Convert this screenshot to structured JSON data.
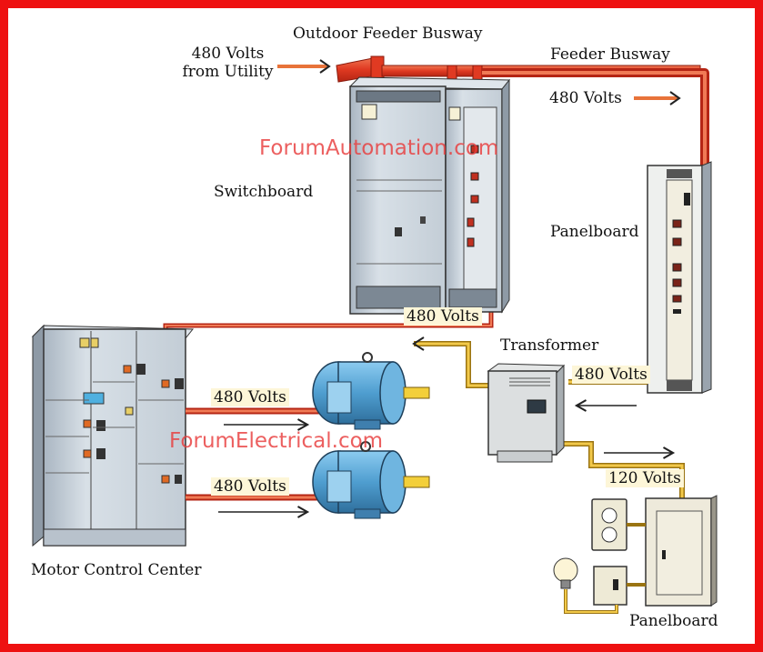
{
  "title": "Electrical Power Distribution System",
  "labels": {
    "utility_input": "480 Volts\nfrom Utility",
    "utility_input_line1": "480 Volts",
    "utility_input_line2": "from Utility",
    "outdoor_feeder_busway": "Outdoor Feeder Busway",
    "feeder_busway": "Feeder Busway",
    "feeder_voltage": "480 Volts",
    "switchboard": "Switchboard",
    "panelboard_main": "Panelboard",
    "switchboard_to_mcc_voltage": "480 Volts",
    "transformer": "Transformer",
    "transformer_input_voltage": "480 Volts",
    "motor1_voltage": "480 Volts",
    "motor2_voltage": "480 Volts",
    "transformer_output_voltage": "120 Volts",
    "motor_control_center": "Motor Control Center",
    "panelboard_branch": "Panelboard"
  },
  "watermarks": {
    "top": "ForumAutomation.com",
    "middle": "ForumElectrical.com"
  },
  "components": [
    {
      "name": "Switchboard",
      "icon": "switchboard-icon"
    },
    {
      "name": "Panelboard",
      "icon": "panelboard-icon"
    },
    {
      "name": "Motor Control Center",
      "icon": "mcc-icon"
    },
    {
      "name": "Transformer",
      "icon": "transformer-icon"
    },
    {
      "name": "Motor 1",
      "icon": "motor-icon"
    },
    {
      "name": "Motor 2",
      "icon": "motor-icon"
    },
    {
      "name": "Branch Panelboard",
      "icon": "panelboard-icon"
    },
    {
      "name": "Receptacle",
      "icon": "outlet-icon"
    },
    {
      "name": "Light Switch",
      "icon": "switch-icon"
    },
    {
      "name": "Light Bulb",
      "icon": "light-bulb-icon"
    }
  ],
  "colors": {
    "frame": "#ee1111",
    "busway_480v": "#e8442a",
    "feeder_120v": "#e8b830",
    "equipment": "#c8d3dc",
    "motor": "#5aa6d6",
    "watermark": "#e83c3c"
  }
}
